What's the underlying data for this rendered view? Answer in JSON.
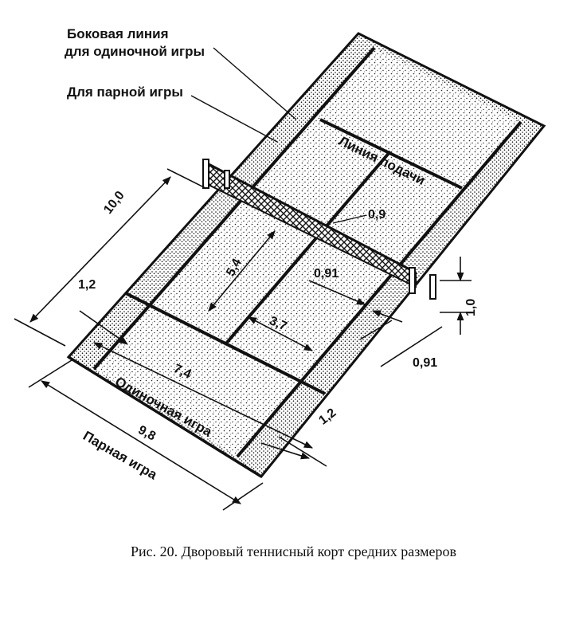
{
  "labels": {
    "singles_sideline_line1": "Боковая линия",
    "singles_sideline_line2": "для одиночной игры",
    "doubles_sideline": "Для парной игры",
    "service_line": "Линия подачи",
    "singles_play": "Одиночная игра",
    "doubles_play": "Парная игра"
  },
  "dimensions": {
    "length_10": "10,0",
    "alley_left": "1,2",
    "service_depth": "5,4",
    "net_center_height": "0,9",
    "net_post_offset": "0,91",
    "half_width": "3,7",
    "net_height": "1,0",
    "post_offset_outer": "0,91",
    "singles_width": "7,4",
    "alley_right": "1,2",
    "doubles_width": "9,8"
  },
  "caption": "Рис. 20. Дворовый теннисный корт средних размеров"
}
